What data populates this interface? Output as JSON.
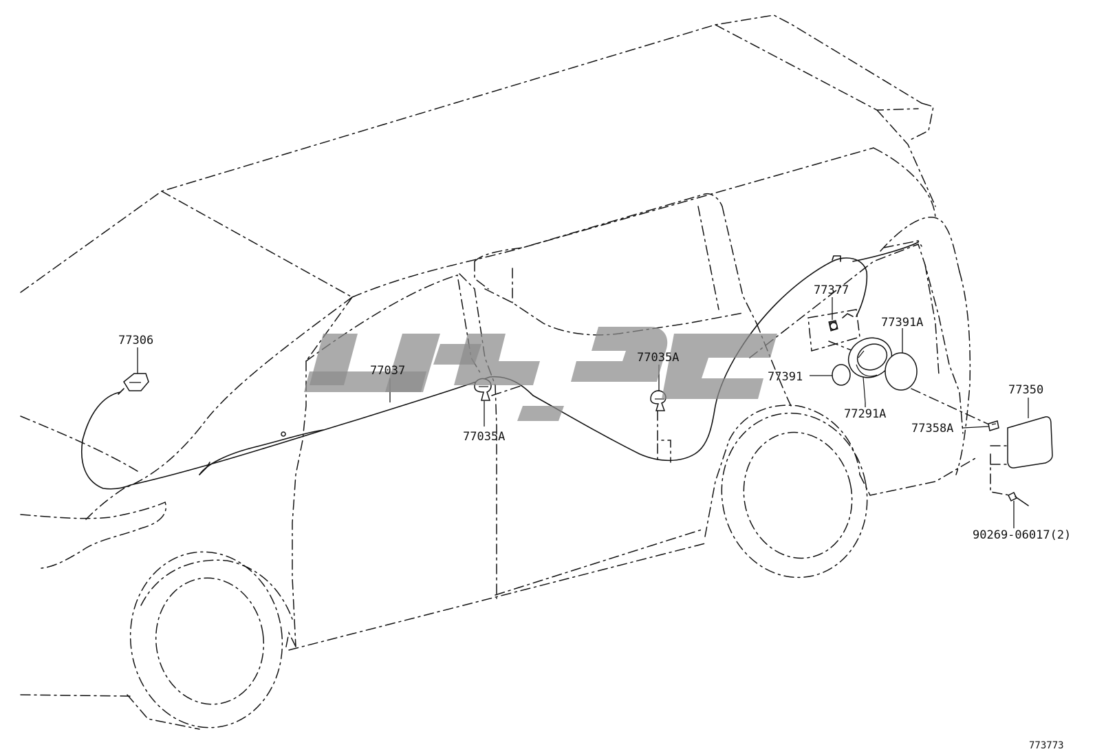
{
  "diagram": {
    "labels": {
      "p77306": "77306",
      "p77037": "77037",
      "p77035a_left": "77035A",
      "p77035a_mid": "77035A",
      "p77377": "77377",
      "p77391a": "77391A",
      "p77391": "77391",
      "p77291a": "77291A",
      "p77350": "77350",
      "p77358a": "77358A",
      "p90269": "90269-06017(2)"
    },
    "figure_code": "773773",
    "watermark": "logo"
  }
}
